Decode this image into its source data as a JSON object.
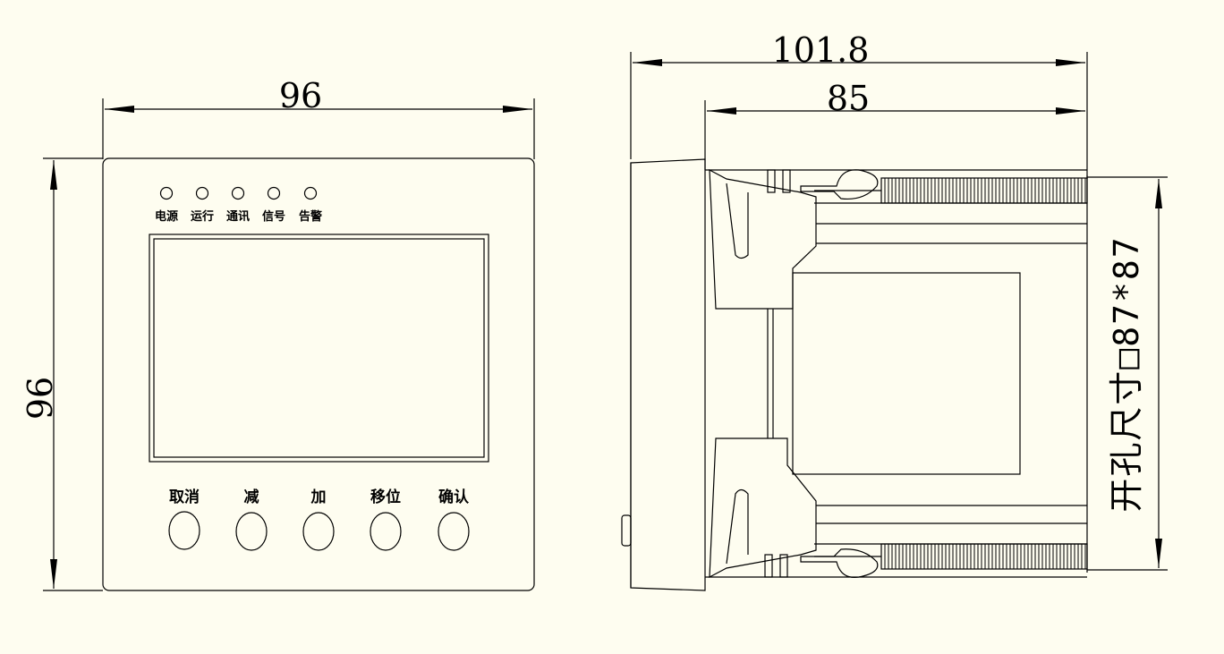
{
  "colors": {
    "background": "#fefdf0",
    "ink": "#000000"
  },
  "front_view": {
    "width_dimension": "96",
    "height_dimension": "96",
    "indicators": [
      "电源",
      "运行",
      "通讯",
      "信号",
      "告警"
    ],
    "buttons": [
      "取消",
      "减",
      "加",
      "移位",
      "确认"
    ]
  },
  "side_view": {
    "overall_depth_dimension": "101.8",
    "body_depth_dimension": "85",
    "cutout_label": "开孔尺寸□87*87"
  }
}
